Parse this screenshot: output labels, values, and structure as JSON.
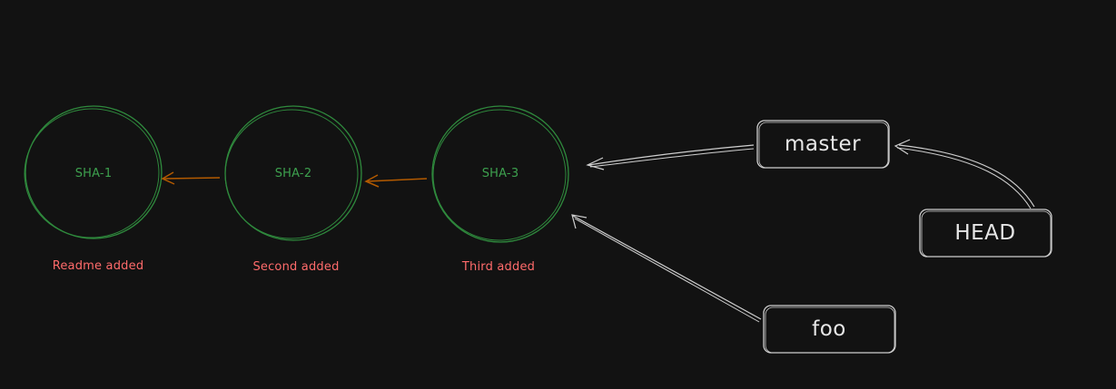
{
  "diagram": {
    "colors": {
      "background": "#121212",
      "commit_stroke": "#2f8a3d",
      "commit_text": "#3da04e",
      "message_text": "#ff6b6b",
      "parent_arrow": "#b35a00",
      "ref_stroke": "#cfcfcf",
      "ref_text": "#e6e6e6"
    },
    "commits": [
      {
        "id": "SHA-1",
        "message": "Readme added"
      },
      {
        "id": "SHA-2",
        "message": "Second added"
      },
      {
        "id": "SHA-3",
        "message": "Third added"
      }
    ],
    "refs": [
      {
        "name": "master"
      },
      {
        "name": "HEAD"
      },
      {
        "name": "foo"
      }
    ],
    "edges": [
      {
        "from": "SHA-2",
        "to": "SHA-1",
        "kind": "parent"
      },
      {
        "from": "SHA-3",
        "to": "SHA-2",
        "kind": "parent"
      },
      {
        "from": "master",
        "to": "SHA-3",
        "kind": "ref"
      },
      {
        "from": "foo",
        "to": "SHA-3",
        "kind": "ref"
      },
      {
        "from": "HEAD",
        "to": "master",
        "kind": "ref"
      }
    ]
  }
}
